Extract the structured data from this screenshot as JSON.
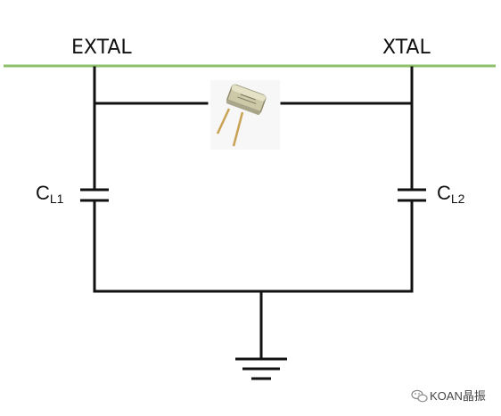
{
  "labels": {
    "left_pin": "EXTAL",
    "right_pin": "XTAL",
    "cap1_main": "C",
    "cap1_sub": "L1",
    "cap2_main": "C",
    "cap2_sub": "L2"
  },
  "watermark": {
    "text": "KOAN晶振",
    "icon": "wechat-icon"
  },
  "colors": {
    "rail": "#8dc06a",
    "wire": "#111111",
    "crystal_body": "#c9c6a6",
    "crystal_leads": "#c9a253"
  }
}
